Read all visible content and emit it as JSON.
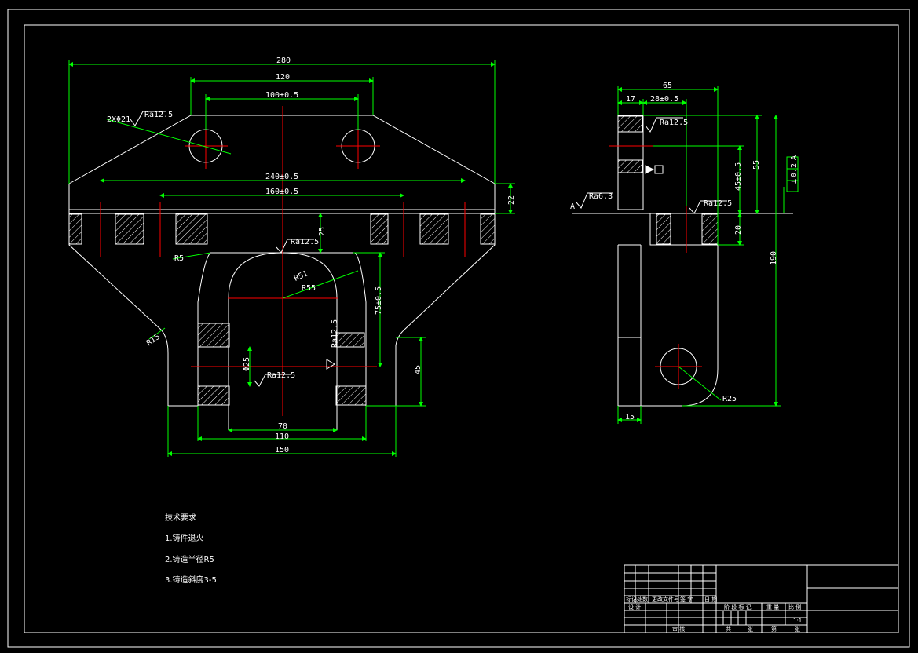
{
  "colors": {
    "outline": "#ffffff",
    "dimension": "#00ff00",
    "centerline": "#ff0000",
    "frame": "#ffffff",
    "background": "#000000"
  },
  "front_view": {
    "dims": {
      "overall_width": "280",
      "top_width": "120",
      "hole_pitch": "100±0.5",
      "outer_bolt_pitch": "240±0.5",
      "inner_bolt_pitch": "160±0.5",
      "flange_thickness": "22",
      "rib_height": "25",
      "arch_height": "75±0.5",
      "bottom_height": "45",
      "bottom_width": "150",
      "slot_width": "110",
      "inner_slot_width": "70",
      "small_hole": "Φ25",
      "fillet_small": "R5",
      "fillet_large": "R15",
      "arch_inner_radius": "R51",
      "arch_outer_radius": "R55",
      "holes_callout": "2XΦ21"
    },
    "roughness": {
      "top_holes": "Ra12.5",
      "arch_top": "Ra12.5",
      "slot_side": "Ra12.5",
      "small_hole": "Ra12.5"
    }
  },
  "side_view": {
    "dims": {
      "overall_depth": "65",
      "left_width": "17",
      "hole_offset": "28±0.5",
      "upper_height": "55",
      "hole_height": "45±0.5",
      "flange_height": "20",
      "total_height": "190",
      "bottom_left": "15",
      "bottom_radius": "R25"
    },
    "roughness": {
      "top_face": "Ra12.5",
      "flange_face": "Ra12.5",
      "base_face": "Ra6.3"
    },
    "tolerance_frame": [
      "⊥",
      "0.2",
      "A"
    ],
    "datum": "A"
  },
  "notes": {
    "title": "技术要求",
    "items": [
      "1.铸件退火",
      "2.铸造半径R5",
      "3.铸造斜度3-5"
    ]
  },
  "title_block": {
    "scale": "1:1",
    "labels": {
      "mark": "标记",
      "count": "处数",
      "doc": "更改文件号",
      "sign": "签 字",
      "date": "日 期",
      "design": "设 计",
      "stage_mark": "阶 段 标 记",
      "weight": "重 量",
      "ratio": "比 例",
      "review": "审 核",
      "total": "共",
      "sheet": "张",
      "of": "第"
    }
  }
}
